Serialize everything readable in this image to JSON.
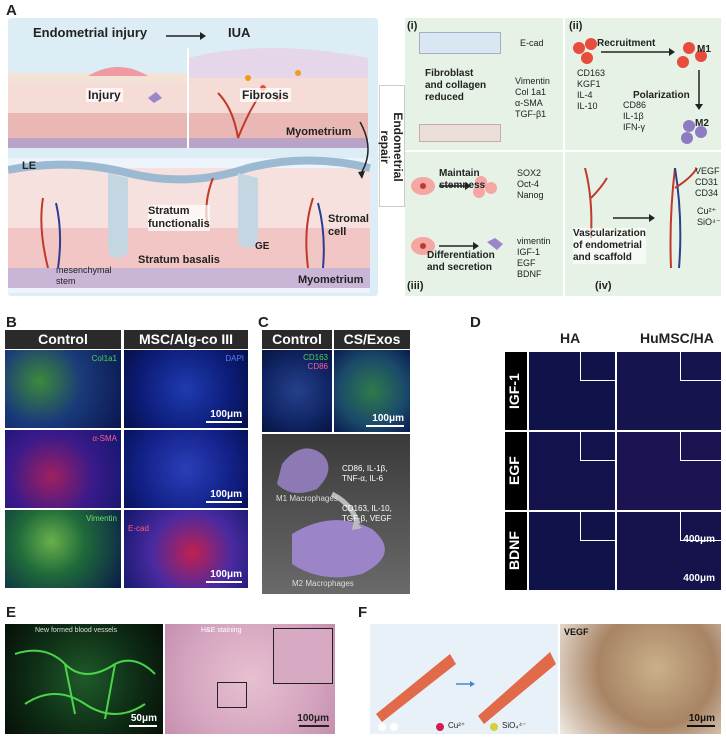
{
  "panels": {
    "A": {
      "label": "A",
      "injury_title": "Endometrial injury",
      "iua": "IUA",
      "injury": "Injury",
      "fibrosis": "Fibrosis",
      "myometrium_top": "Myometrium",
      "le": "LE",
      "stratum_functionalis": "Stratum\nfunctionalis",
      "stromal_cell": "Stromal\ncell",
      "ge": "GE",
      "stratum_basalis": "Stratum basalis",
      "mesenchymal_stem": "mesenchymal\nstem",
      "myometrium_bottom": "Myometrium",
      "repair": "Endometrial\nrepair",
      "i": {
        "num": "(i)",
        "ecad": "E-cad",
        "process": "Fibroblast\nand collagen\nreduced",
        "markers": "Vimentin\nCol 1a1\nα-SMA\nTGF-β1"
      },
      "ii": {
        "num": "(ii)",
        "recruitment": "Recruitment",
        "m1": "M1",
        "polarization": "Polarization",
        "m2": "M2",
        "m2_markers": "CD163\nKGF1\nIL-4\nIL-10",
        "m1_markers": "CD86\nIL-1β\nIFN-γ"
      },
      "iii": {
        "num": "(iii)",
        "stemness": "Maintain\nstemness",
        "stem_markers": "SOX2\nOct-4\nNanog",
        "diff": "Differentiation\nand secretion",
        "diff_markers": "vimentin\nIGF-1\nEGF\nBDNF"
      },
      "iv": {
        "num": "(iv)",
        "vasc": "Vascularization\nof endometrial\nand scaffold",
        "markers": "VEGF\nCD31\nCD34",
        "ions": "Cu²⁺\nSiO⁴⁻"
      }
    },
    "B": {
      "label": "B",
      "control": "Control",
      "treat": "MSC/Alg-co III",
      "stain1": "Col1a1",
      "stain1b": "DAPI",
      "stain2": "α-SMA",
      "stain3": "Vimentin",
      "stain3b": "E-cad",
      "scale": "100μm"
    },
    "C": {
      "label": "C",
      "control": "Control",
      "treat": "CS/Exos",
      "stain1": "CD163",
      "stain2": "CD86",
      "scale": "100μm",
      "m1": "M1 Macrophages",
      "m2": "M2 Macrophages",
      "m1_markers": "CD86, IL-1β,\nTNF-α, IL-6",
      "m2_markers": "CD163, IL-10,\nTGF-β, VEGF"
    },
    "D": {
      "label": "D",
      "ha": "HA",
      "humsc": "HuMSC/HA",
      "rows": [
        "IGF-1",
        "EGF",
        "BDNF"
      ],
      "scale": "400μm"
    },
    "E": {
      "label": "E",
      "vessels": "New formed blood vessels",
      "he": "H&E staining",
      "scale1": "50μm",
      "scale2": "100μm"
    },
    "F": {
      "label": "F",
      "cu": "Cu²⁺",
      "sio": "SiO₄⁴⁻",
      "vegf": "VEGF",
      "scale": "10μm"
    }
  }
}
